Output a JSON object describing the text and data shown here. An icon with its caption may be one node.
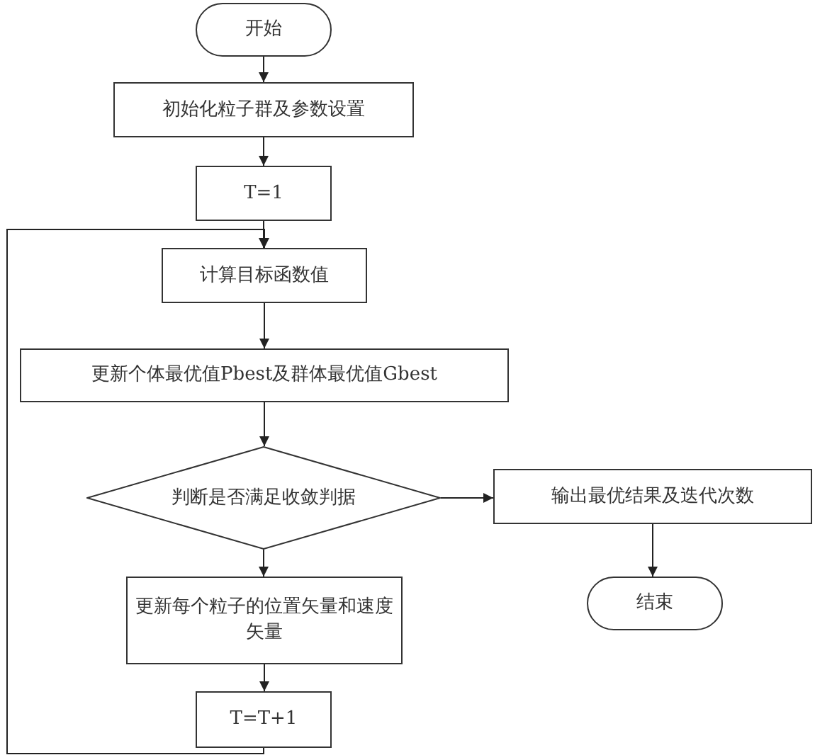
{
  "diagram": {
    "nodes": [
      {
        "text": [
          "开始"
        ]
      },
      {
        "text": [
          "初始化粒子群及参数设置"
        ]
      },
      {
        "text": [
          "T=1"
        ]
      },
      {
        "text": [
          "计算目标函数值"
        ]
      },
      {
        "text": [
          "更新个体最优值Pbest及群体最优值Gbest"
        ]
      },
      {
        "text": [
          "判断是否满足收敛判据"
        ]
      },
      {
        "text": [
          "输出最优结果及迭代次数"
        ]
      },
      {
        "text": [
          "结束"
        ]
      },
      {
        "text": [
          "更新每个粒子的位置矢量和速度矢量"
        ]
      },
      {
        "text": [
          "T=T+1"
        ]
      }
    ],
    "edges": [
      {
        "from": 0,
        "to": 1,
        "arrow": "to"
      },
      {
        "from": 1,
        "to": 2,
        "arrow": "to"
      },
      {
        "from": 2,
        "to": 3,
        "arrow": "to"
      },
      {
        "from": 3,
        "to": 4,
        "arrow": "to"
      },
      {
        "from": 4,
        "to": 5,
        "arrow": "to"
      },
      {
        "from": 5,
        "to": 6,
        "arrow": "to"
      },
      {
        "from": 6,
        "to": 7,
        "arrow": "to"
      },
      {
        "from": 5,
        "to": 8,
        "arrow": "to"
      },
      {
        "from": 8,
        "to": 9,
        "arrow": "to"
      },
      {
        "from": 9,
        "to": 3,
        "arrow": "to"
      }
    ]
  }
}
